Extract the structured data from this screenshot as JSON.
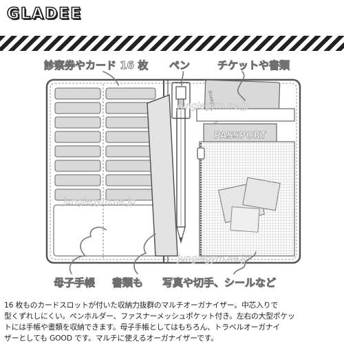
{
  "brand": "GLADEE",
  "labels": {
    "cards": "診察券やカード 16 枚",
    "pen": "ペン",
    "tickets": "チケットや書類",
    "boshi": "母子手帳",
    "documents": "書類も",
    "photos": "写真や切手、シールなど"
  },
  "illustration": {
    "passport_text": "PASSPORT",
    "boarding_pass_text": "BOARDING PASS",
    "watermark": "junglegym.ne.jp"
  },
  "description": {
    "line1": "16 枚ものカードスロットが付いた収納力抜群のマルチオーガナイザー。中芯入りで",
    "line2": "型くずれしにくい。ペンホルダー、ファスナーメッシュポケット付き。左右の大型ポケッ",
    "line3": "トには手帳や書類を収納できます。母子手帳としてはもちろん、トラベルオーガナイ",
    "line4": "ザーとしても GOOD です。マルチに使えるオーガナイザーです。"
  },
  "colors": {
    "outline": "#555555",
    "slot_fill": "#d9d9d9",
    "mesh": "#c8c8c8",
    "label_outline": "#6f6f6f"
  }
}
